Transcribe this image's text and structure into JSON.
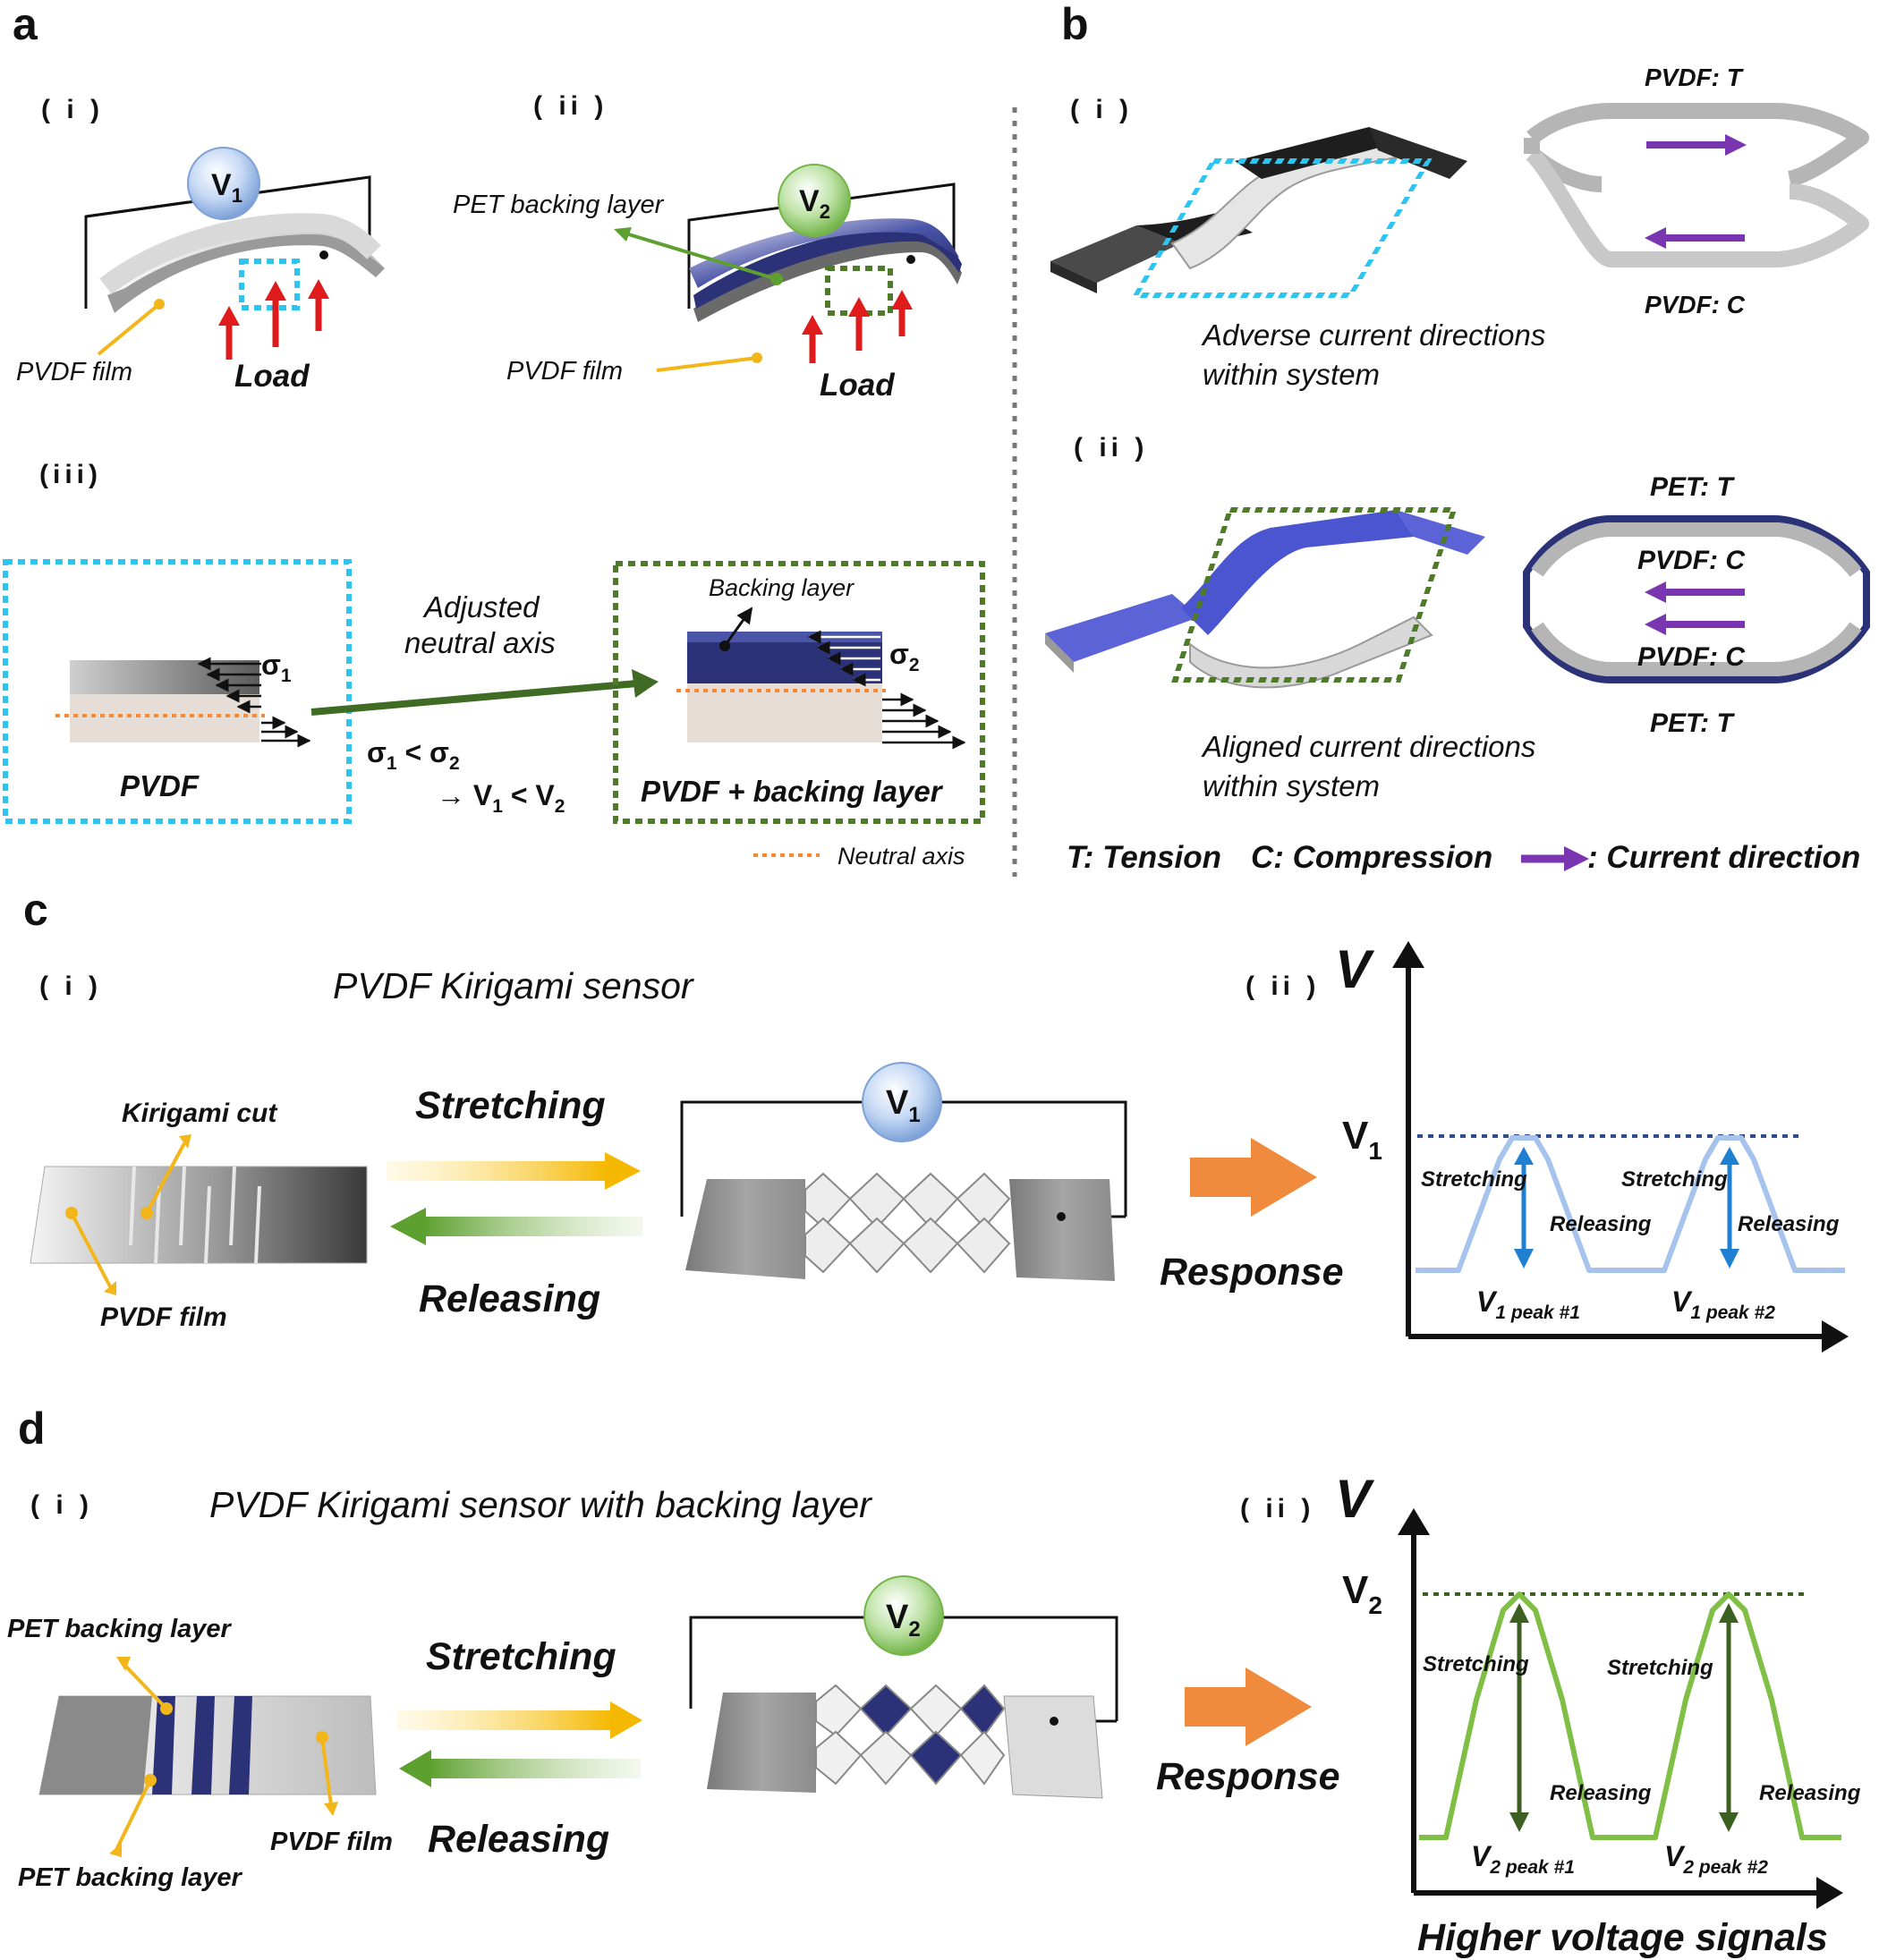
{
  "panel_letters": {
    "a": "a",
    "b": "b",
    "c": "c",
    "d": "d"
  },
  "panel_a": {
    "sub_i": "( i )",
    "sub_ii": "( ii )",
    "sub_iii": "(iii)",
    "v1": "V",
    "v1_sub": "1",
    "v2": "V",
    "v2_sub": "2",
    "pvdf_film": "PVDF film",
    "pet_backing_layer": "PET backing layer",
    "load": "Load",
    "sigma1": "σ",
    "sigma1_sub": "1",
    "sigma2": "σ",
    "sigma2_sub": "2",
    "pvdf": "PVDF",
    "pvdf_backing": "PVDF + backing layer",
    "backing_layer": "Backing layer",
    "adjusted": "Adjusted",
    "neutral_axis_label": "neutral axis",
    "relation_1": "σ",
    "relation_1_sub1": "1",
    "relation_1_mid": " < σ",
    "relation_1_sub2": "2",
    "relation_2": "→ V",
    "relation_2_sub1": "1",
    "relation_2_mid": " < V",
    "relation_2_sub2": "2",
    "legend_neutral_axis": "Neutral axis"
  },
  "panel_b": {
    "sub_i": "( i )",
    "sub_ii": "( ii )",
    "pvdf_t": "PVDF: T",
    "pvdf_c": "PVDF: C",
    "pet_t_top": "PET: T",
    "pet_t_bottom": "PET: T",
    "pvdf_c_top": "PVDF: C",
    "pvdf_c_bottom": "PVDF: C",
    "adverse_1": "Adverse current directions",
    "adverse_2": "within system",
    "aligned_1": "Aligned current directions",
    "aligned_2": "within system",
    "legend_t": "T: Tension",
    "legend_c": "C: Compression",
    "legend_current": ": Current direction"
  },
  "panel_c": {
    "sub_i": "( i )",
    "sub_ii": "( ii )",
    "title": "PVDF Kirigami sensor",
    "kirigami_cut": "Kirigami cut",
    "pvdf_film": "PVDF film",
    "stretching": "Stretching",
    "releasing": "Releasing",
    "v1": "V",
    "v1_sub": "1",
    "response": "Response",
    "axis_v": "V",
    "level": "V",
    "level_sub": "1",
    "stretch_1": "Stretching",
    "release_1": "Releasing",
    "stretch_2": "Stretching",
    "release_2": "Releasing",
    "peak1": "V",
    "peak1_sub": "1 peak #1",
    "peak2": "V",
    "peak2_sub": "1 peak #2"
  },
  "panel_d": {
    "sub_i": "( i )",
    "sub_ii": "( ii )",
    "title": "PVDF Kirigami sensor with backing layer",
    "pet_top": "PET backing layer",
    "pet_bottom": "PET backing layer",
    "pvdf_film": "PVDF film",
    "stretching": "Stretching",
    "releasing": "Releasing",
    "v2": "V",
    "v2_sub": "2",
    "response": "Response",
    "axis_v": "V",
    "level": "V",
    "level_sub": "2",
    "stretch_1": "Stretching",
    "release_1": "Releasing",
    "stretch_2": "Stretching",
    "release_2": "Releasing",
    "peak1": "V",
    "peak1_sub": "2 peak #1",
    "peak2": "V",
    "peak2_sub": "2 peak #2",
    "caption": "Higher voltage signals"
  },
  "colors": {
    "cyan_box": "#2ec4f0",
    "green_box": "#4e7a2a",
    "neutral_axis": "#f08a3c",
    "load_arrow": "#e01b1b",
    "current_arrow": "#7a35b0",
    "response_arrow": "#f08a3c",
    "c_signal": "#a6c3ee",
    "c_peak_arrow": "#1f7fd0",
    "d_signal": "#7fbf45",
    "d_peak_arrow": "#3c5f22",
    "pet_navy": "#2b3278",
    "pvdf_grey": "#a0a0a0"
  },
  "icons": {
    "v1_badge": "voltmeter-blue-circle",
    "v2_badge": "voltmeter-green-circle"
  }
}
